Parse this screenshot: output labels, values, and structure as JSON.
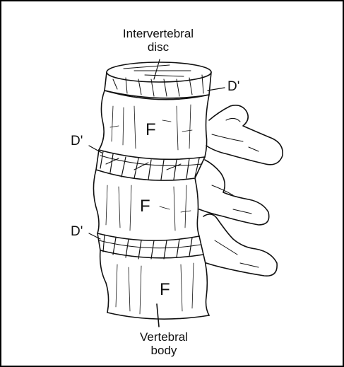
{
  "labels": {
    "intervertebral_line1": "Intervertebral",
    "intervertebral_line2": "disc",
    "d_prime_top": "D'",
    "d_prime_left_upper": "D'",
    "d_prime_left_lower": "D'",
    "f_upper": "F",
    "f_middle": "F",
    "f_lower": "F",
    "vertebral_line1": "Vertebral",
    "vertebral_line2": "body"
  },
  "colors": {
    "ink": "#111111",
    "background": "#ffffff",
    "border": "#000000"
  }
}
